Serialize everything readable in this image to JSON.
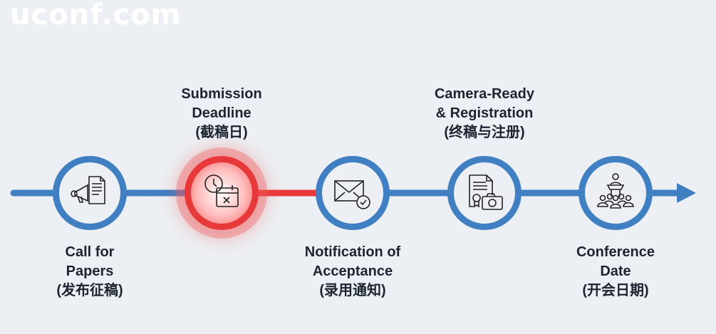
{
  "watermark": "uconf.com",
  "colors": {
    "track": "#3f7fc2",
    "active": "#e8393a",
    "background": "#eceff3"
  },
  "steps": [
    {
      "line1": "Call for",
      "line2": "Papers",
      "zh": "(发布征稿)",
      "icon": "megaphone-document-icon",
      "position": "bottom",
      "active": false
    },
    {
      "line1": "Submission",
      "line2": "Deadline",
      "zh": "(截稿日)",
      "icon": "clock-calendar-x-icon",
      "position": "top",
      "active": true
    },
    {
      "line1": "Notification of",
      "line2": "Acceptance",
      "zh": "(录用通知)",
      "icon": "envelope-check-icon",
      "position": "bottom",
      "active": false
    },
    {
      "line1": "Camera-Ready",
      "line2": "& Registration",
      "zh": "(终稿与注册)",
      "icon": "certificate-camera-icon",
      "position": "top",
      "active": false
    },
    {
      "line1": "Conference",
      "line2": "Date",
      "zh": "(开会日期)",
      "icon": "podium-audience-icon",
      "position": "bottom",
      "active": false
    }
  ]
}
